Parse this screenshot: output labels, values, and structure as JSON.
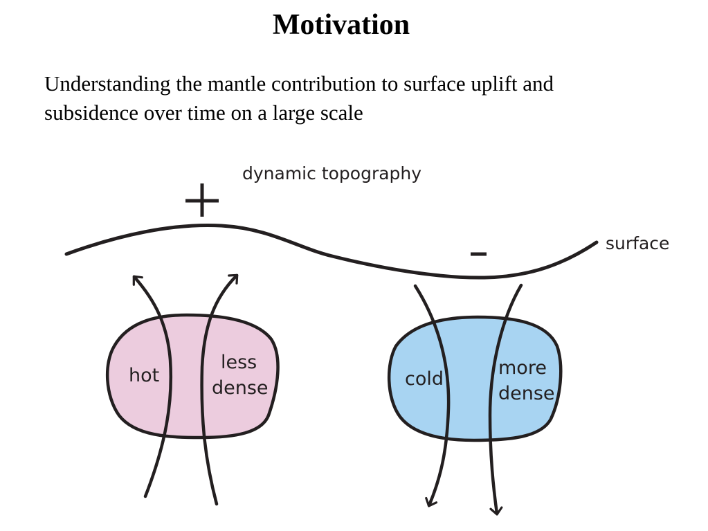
{
  "slide": {
    "title": "Motivation",
    "body_lines": [
      "Understanding the mantle contribution to surface uplift and",
      "subsidence over time on a large scale"
    ]
  },
  "diagram": {
    "top_label": "dynamic topography",
    "surface_label": "surface",
    "uplift_sign": "+",
    "subsidence_sign": "-",
    "hot_blob": {
      "left_label": "hot",
      "right_label_lines": [
        "less",
        "dense"
      ],
      "fill_color": "#ecccde",
      "flow_direction": "up"
    },
    "cold_blob": {
      "left_label": "cold",
      "right_label_lines": [
        "more",
        "dense"
      ],
      "fill_color": "#a8d4f2",
      "flow_direction": "down"
    },
    "stroke_color": "#231f20"
  }
}
